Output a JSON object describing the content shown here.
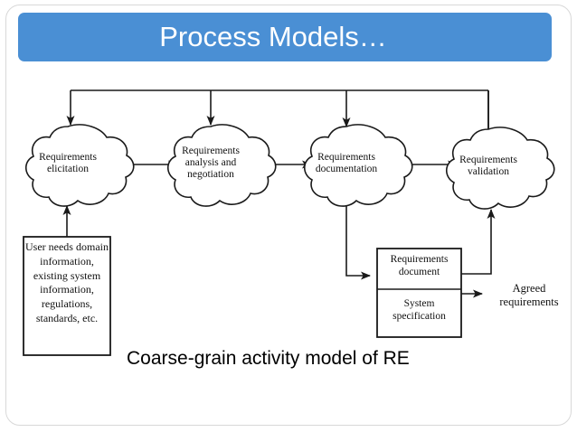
{
  "slide": {
    "title": "Process Models…",
    "title_bar_color": "#4a8fd4",
    "background_color": "#ffffff",
    "border_color": "#d8d8d8"
  },
  "diagram": {
    "caption": "Coarse-grain activity model of RE",
    "activities": [
      {
        "id": "elicitation",
        "label_line1": "Requirements",
        "label_line2": "elicitation",
        "label_line3": ""
      },
      {
        "id": "analysis",
        "label_line1": "Requirements",
        "label_line2": "analysis and",
        "label_line3": "negotiation"
      },
      {
        "id": "documentation",
        "label_line1": "Requirements",
        "label_line2": "documentation",
        "label_line3": ""
      },
      {
        "id": "validation",
        "label_line1": "Requirements",
        "label_line2": "validation",
        "label_line3": ""
      }
    ],
    "inputs_box": {
      "id": "user-needs",
      "lines": "User needs domain information, existing system information, regulations, standards, etc."
    },
    "outputs_box": {
      "id": "requirements-document",
      "upper_line1": "Requirements",
      "upper_line2": "document",
      "lower_line1": "System",
      "lower_line2": "specification"
    },
    "output_label": {
      "id": "agreed-requirements",
      "line1": "Agreed",
      "line2": "requirements"
    }
  }
}
